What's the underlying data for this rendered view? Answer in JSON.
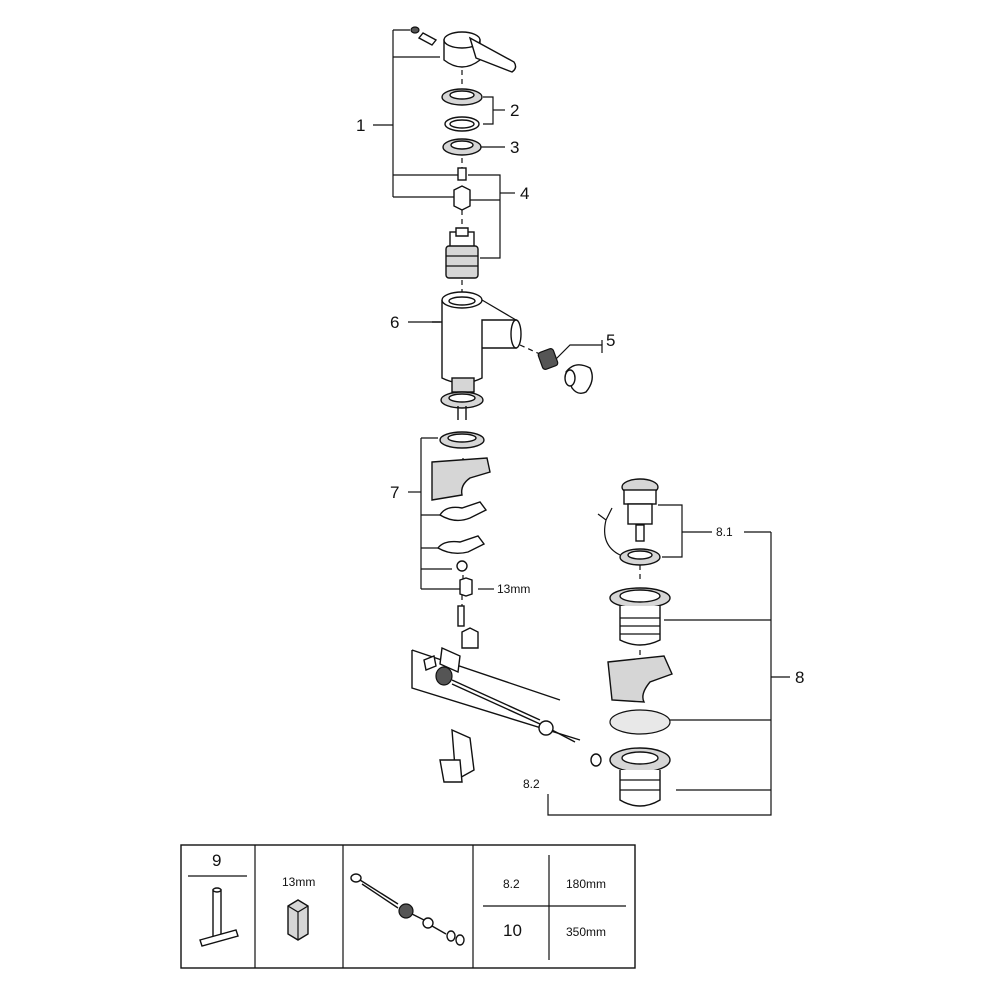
{
  "callouts": {
    "c1": "1",
    "c2": "2",
    "c3": "3",
    "c4": "4",
    "c5": "5",
    "c6": "6",
    "c7": "7",
    "c8": "8",
    "c8_1": "8.1",
    "c8_2": "8.2",
    "wrench_13mm": "13mm"
  },
  "table": {
    "tool_number": "9",
    "wrench_size": "13mm",
    "rows": [
      {
        "label": "8.2",
        "value": "180mm"
      },
      {
        "label": "10",
        "value": "350mm"
      }
    ]
  }
}
